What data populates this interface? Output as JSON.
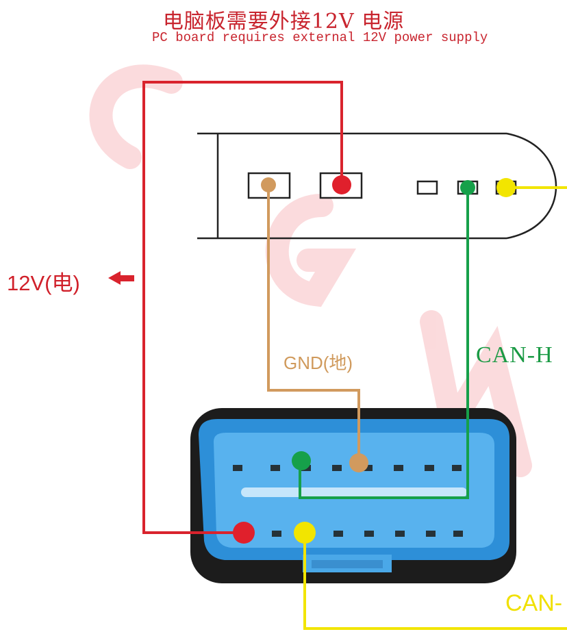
{
  "title": {
    "chinese": "电脑板需要外接12V 电源",
    "english": "PC board requires external 12V power supply"
  },
  "labels": {
    "power_12v": "12V(电)",
    "ground": "GND(地)",
    "can_high": "CAN-H",
    "can_low": "CAN-"
  },
  "watermark": "CGM",
  "colors": {
    "power": "#d9232d",
    "ground": "#d19a5e",
    "can_high": "#16a04a",
    "can_low": "#f2e500",
    "connector_blue": "#4aa8e8",
    "connector_black": "#1c1c1c"
  }
}
